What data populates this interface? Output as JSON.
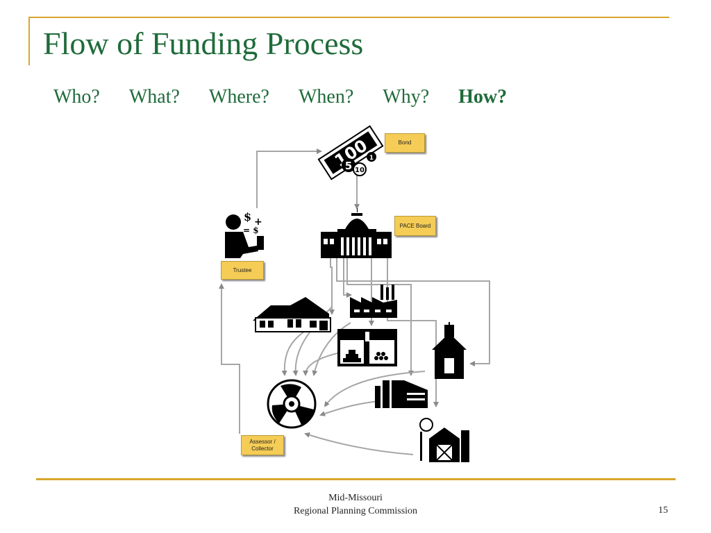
{
  "slide": {
    "title": "Flow of Funding Process",
    "questions": [
      "Who?",
      "What?",
      "Where?",
      "When?",
      "Why?"
    ],
    "emphasis_question": "How?",
    "footer_line1": "Mid-Missouri",
    "footer_line2": "Regional Planning Commission",
    "page_number": "15"
  },
  "labels": {
    "bond": "Bond",
    "pace_board": "PACE Board",
    "trustee": "Trustee",
    "assessor_line1": "Assessor /",
    "assessor_line2": "Collector"
  },
  "money_icon": {
    "bill": "100",
    "coin_1": "5",
    "coin_2": "10",
    "coin_3": "1"
  },
  "calc_icon": {
    "dollar": "$",
    "plus": "+",
    "equals": "= $"
  },
  "colors": {
    "title": "#1f6b3a",
    "accent_rule": "#d9a62a",
    "label_fill": "#f5cc55",
    "arrow": "#9a9a9a"
  }
}
